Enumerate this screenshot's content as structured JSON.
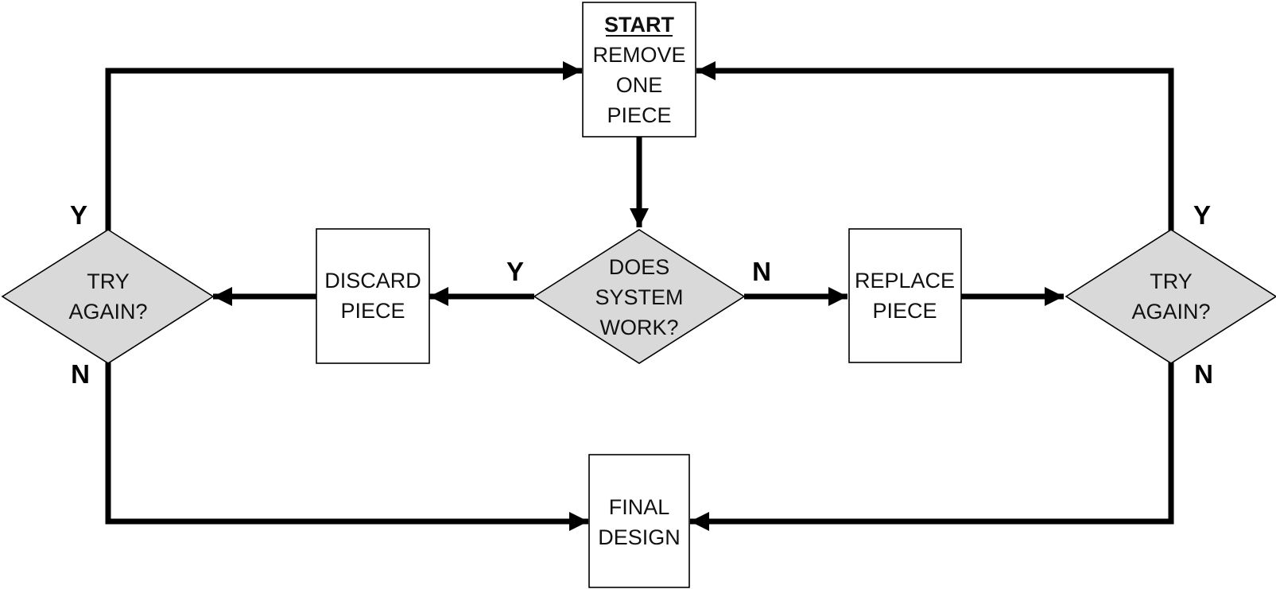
{
  "nodes": {
    "start": {
      "heading": "START",
      "lines": [
        "REMOVE",
        "ONE",
        "PIECE"
      ]
    },
    "decision": {
      "lines": [
        "DOES",
        "SYSTEM",
        "WORK?"
      ]
    },
    "discard": {
      "lines": [
        "DISCARD",
        "PIECE"
      ]
    },
    "replace": {
      "lines": [
        "REPLACE",
        "PIECE"
      ]
    },
    "try_left": {
      "lines": [
        "TRY",
        "AGAIN?"
      ]
    },
    "try_right": {
      "lines": [
        "TRY",
        "AGAIN?"
      ]
    },
    "final": {
      "lines": [
        "FINAL",
        "DESIGN"
      ]
    }
  },
  "edge_labels": {
    "decision_yes": "Y",
    "decision_no": "N",
    "left_yes": "Y",
    "left_no": "N",
    "right_yes": "Y",
    "right_no": "N"
  },
  "colors": {
    "decision_fill": "#d9d9d9",
    "box_fill": "#ffffff",
    "line": "#000000"
  }
}
